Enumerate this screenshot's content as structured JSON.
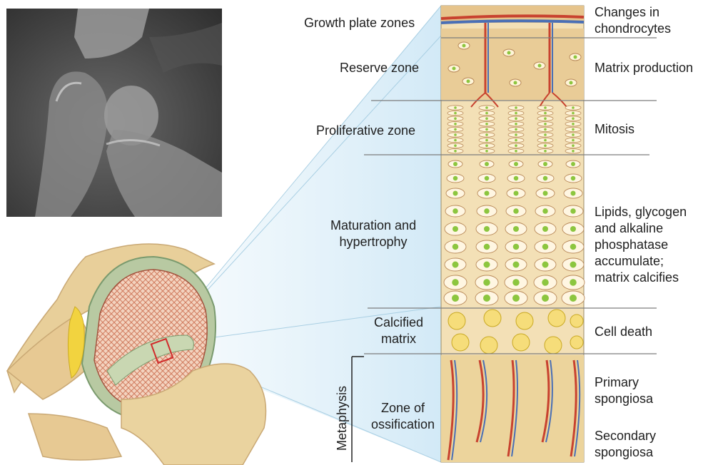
{
  "left_labels": {
    "growth_plate_zones": "Growth plate zones",
    "reserve_zone": "Reserve zone",
    "proliferative_zone": "Proliferative zone",
    "maturation": "Maturation and\nhypertrophy",
    "calcified_matrix": "Calcified\nmatrix",
    "zone_of_ossification": "Zone of\nossification",
    "metaphysis": "Metaphysis"
  },
  "right_labels": {
    "changes": "Changes in\nchondrocytes",
    "matrix_production": "Matrix production",
    "mitosis": "Mitosis",
    "lipids": "Lipids, glycogen\nand alkaline\nphosphatase\naccumulate;\nmatrix calcifies",
    "cell_death": "Cell death",
    "primary_spongiosa": "Primary\nspongiosa",
    "secondary_spongiosa": "Secondary\nspongiosa"
  },
  "colors": {
    "column_bg": "#f3e0b6",
    "reserve_bg": "#e9cc97",
    "vessel_red": "#c8422f",
    "vessel_blue": "#4a6fb5",
    "cell_green": "#8cc63f",
    "divider": "#7d7d7d",
    "bone_pink": "#e3a88e",
    "cartilage_green": "#b8c9a2"
  }
}
